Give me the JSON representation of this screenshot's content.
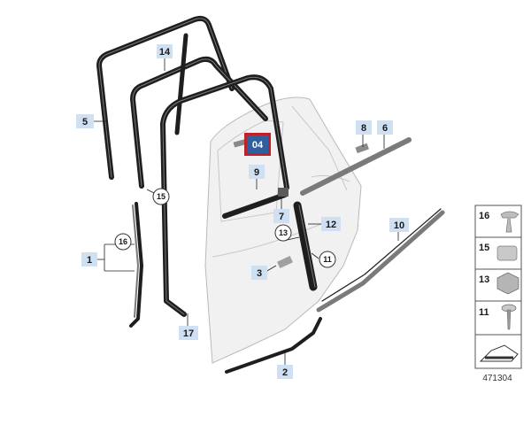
{
  "diagram": {
    "callouts": {
      "p1": "1",
      "p2": "2",
      "p3": "3",
      "p5": "5",
      "p6": "6",
      "p7": "7",
      "p8": "8",
      "p9": "9",
      "p10": "10",
      "p11": "11",
      "p12": "12",
      "p13": "13",
      "p14": "14",
      "p15": "15",
      "p16": "16",
      "p17": "17"
    },
    "highlight": {
      "label": "04",
      "color": "#c0202a",
      "fill": "#2e5f9e"
    },
    "legend": [
      "16",
      "15",
      "13",
      "11"
    ],
    "reference": "471304",
    "colors": {
      "tag": "#cfe0f2",
      "seal": "#1e1e1e",
      "door": "#f1f1f1"
    }
  }
}
